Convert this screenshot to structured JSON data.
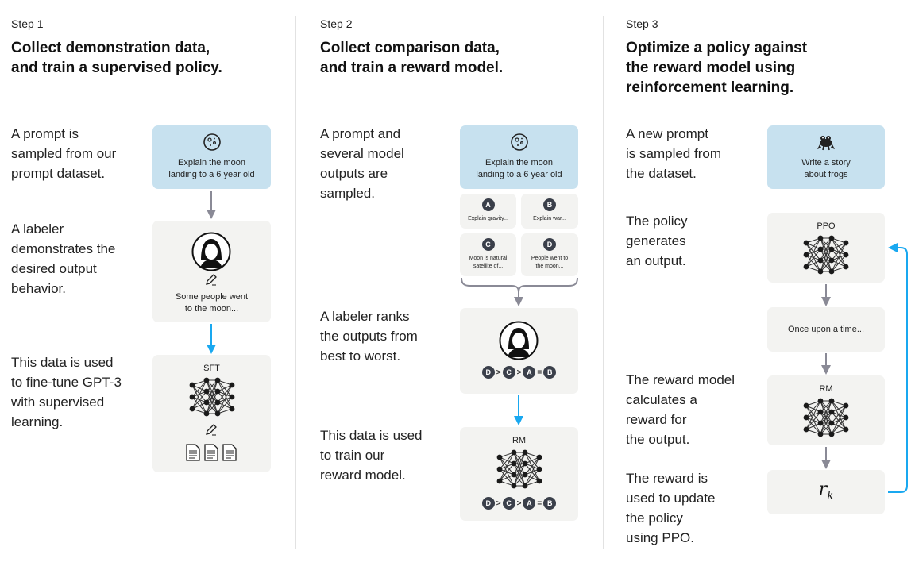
{
  "step1": {
    "label": "Step 1",
    "title_line1": "Collect demonstration data,",
    "title_line2": "and train a supervised policy.",
    "desc1": [
      "A prompt is",
      "sampled from our",
      "prompt dataset."
    ],
    "desc2": [
      "A labeler",
      "demonstrates the",
      "desired output",
      "behavior."
    ],
    "desc3": [
      "This data is used",
      "to fine-tune GPT-3",
      "with supervised",
      "learning."
    ],
    "prompt_line1": "Explain the moon",
    "prompt_line2": "landing to a 6 year old",
    "demo_line1": "Some people went",
    "demo_line2": "to the moon...",
    "model_label": "SFT"
  },
  "step2": {
    "label": "Step 2",
    "title_line1": "Collect comparison data,",
    "title_line2": "and train a reward model.",
    "desc1": [
      "A prompt and",
      "several model",
      "outputs are",
      "sampled."
    ],
    "desc2": [
      "A labeler ranks",
      "the outputs from",
      "best to worst."
    ],
    "desc3": [
      "This data is used",
      "to train our",
      "reward model."
    ],
    "prompt_line1": "Explain the moon",
    "prompt_line2": "landing to a 6 year old",
    "outputs": [
      {
        "letter": "A",
        "line1": "Explain gravity...",
        "line2": ""
      },
      {
        "letter": "B",
        "line1": "Explain war...",
        "line2": ""
      },
      {
        "letter": "C",
        "line1": "Moon is natural",
        "line2": "satellite of..."
      },
      {
        "letter": "D",
        "line1": "People went to",
        "line2": "the moon..."
      }
    ],
    "ranking": {
      "first": "D",
      "second": "C",
      "third": "A",
      "fourth": "B",
      "op1": ">",
      "op2": ">",
      "op3": "="
    },
    "model_label": "RM"
  },
  "step3": {
    "label": "Step 3",
    "title_line1": "Optimize a policy against",
    "title_line2": "the reward model using",
    "title_line3": "reinforcement learning.",
    "desc1": [
      "A new prompt",
      "is sampled from",
      "the dataset."
    ],
    "desc2": [
      "The policy",
      "generates",
      "an output."
    ],
    "desc3": [
      "The reward model",
      "calculates a",
      "reward for",
      "the output."
    ],
    "desc4": [
      "The reward is",
      "used to update",
      "the policy",
      "using PPO."
    ],
    "prompt_line1": "Write a story",
    "prompt_line2": "about frogs",
    "policy_label": "PPO",
    "output_text": "Once upon a time...",
    "rm_label": "RM",
    "reward_symbol": "r",
    "reward_subscript": "k"
  },
  "colors": {
    "prompt_box": "#c7e1ef",
    "gray_box": "#f3f3f1",
    "arrow_gray": "#8a8a96",
    "arrow_blue": "#19a8f0",
    "badge": "#3a3f4a"
  },
  "icons": [
    "moon-icon",
    "frog-icon",
    "labeler-avatar-icon",
    "pencil-icon",
    "document-icon",
    "neural-network-icon"
  ]
}
